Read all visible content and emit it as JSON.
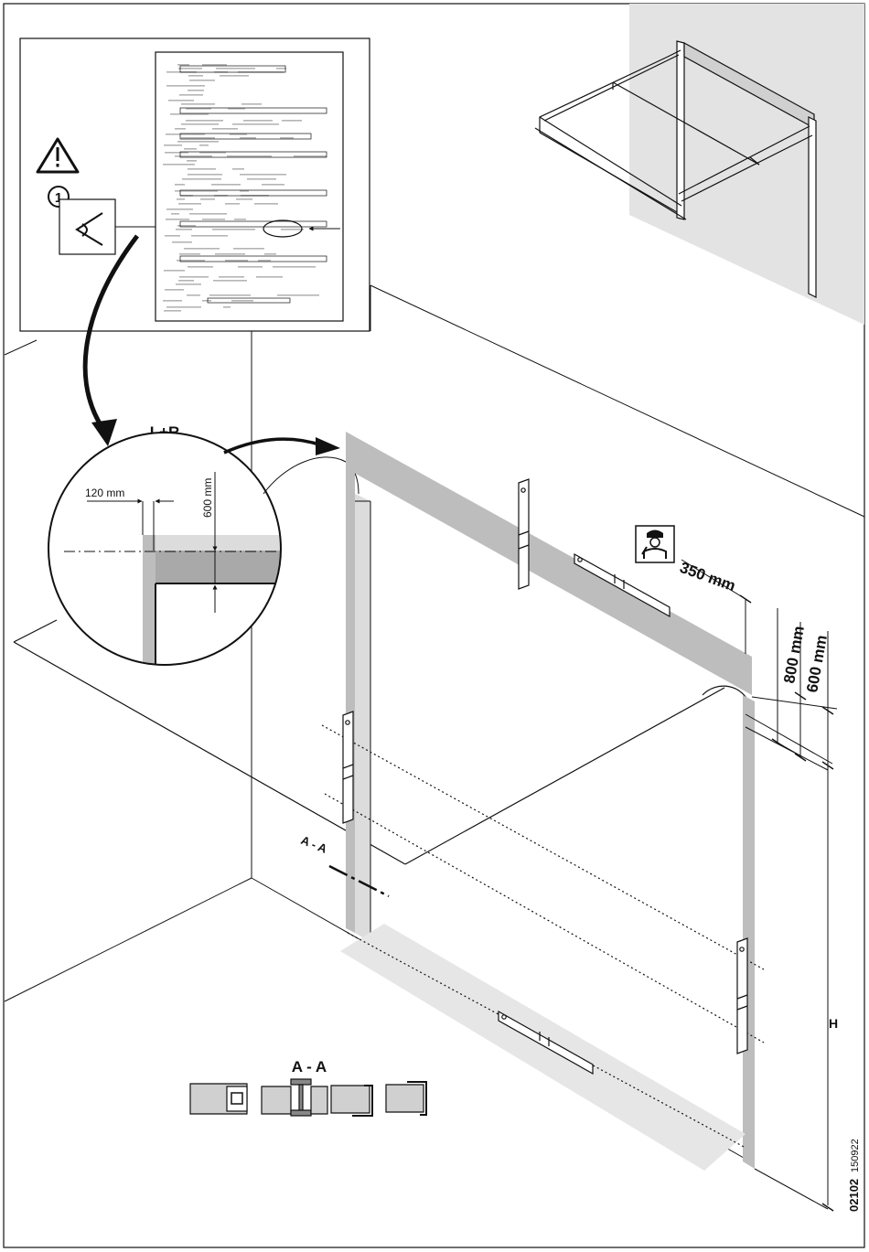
{
  "labels": {
    "step_number": "1",
    "loupe_title": "L+R",
    "loupe_dim_horizontal": "120 mm",
    "loupe_dim_vertical": "600 mm",
    "dim_side": "350 mm",
    "dim_headroom_1": "800 mm",
    "dim_headroom_2": "600 mm",
    "height": "H",
    "section_mark": "A - A",
    "section_title": "A - A",
    "figure_code": "02102",
    "figure_number": "150922"
  },
  "colors": {
    "wall_shade": "#e3e3e3",
    "lintel_gray": "#bdbdbd",
    "floor_shade": "#e6e6e6",
    "loupe_fill": "#dcdcdc",
    "line": "#111111"
  },
  "icons": [
    "warning-icon",
    "eye-icon",
    "installer-icon",
    "spirit-level-icon",
    "arrow-icon"
  ]
}
